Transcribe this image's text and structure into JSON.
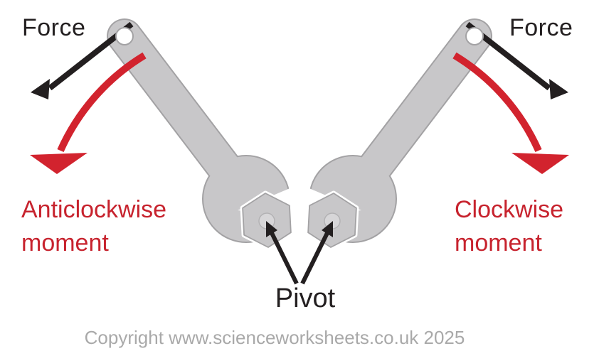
{
  "labels": {
    "force_left": "Force",
    "force_right": "Force",
    "anticlockwise_moment": "Anticlockwise\nmoment",
    "clockwise_moment": "Clockwise\nmoment",
    "pivot": "Pivot"
  },
  "footer": {
    "copyright": "Copyright www.scienceworksheets.co.uk 2025"
  },
  "icons": {
    "left_force_arrow": "black straight arrow pointing down-left from spanner handle hole",
    "right_force_arrow": "black straight arrow pointing down-right from spanner handle hole",
    "left_moment_arc": "red curved arrow sweeping anticlockwise (down-left)",
    "right_moment_arc": "red curved arrow sweeping clockwise (down-right)",
    "pivot_pointer_arrows": "two black arrows from Pivot label to each nut centre",
    "spanners": "two grey open-end spanners gripping hexagonal nuts"
  },
  "colors": {
    "background": "#ffffff",
    "black": "#231f20",
    "red_arrow": "#d2232e",
    "red_text": "#c7232e",
    "wrench_fill": "#c8c7c9",
    "wrench_outline": "#a3a2a4",
    "nut_hole_fill": "#d7d6d8",
    "nut_hole_outline": "#b2b1b3",
    "copyright_gray": "#a9a9a9"
  }
}
